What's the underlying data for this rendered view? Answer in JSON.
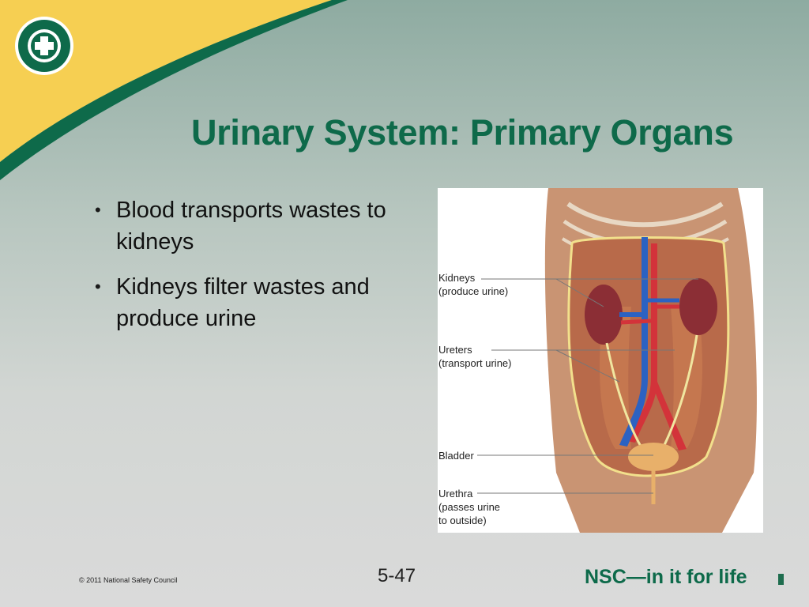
{
  "slide": {
    "title": "Urinary System: Primary Organs",
    "bullets": [
      {
        "text": "Blood transports wastes to kidneys"
      },
      {
        "text": "Kidneys filter wastes and produce urine"
      }
    ],
    "figure": {
      "labels": [
        {
          "name": "Kidneys",
          "note": "(produce urine)"
        },
        {
          "name": "Ureters",
          "note": "(transport urine)"
        },
        {
          "name": "Bladder",
          "note": ""
        },
        {
          "name": "Urethra",
          "note": "(passes urine",
          "note2": "to outside)"
        }
      ]
    },
    "footer": {
      "copyright": "© 2011 National Safety Council",
      "page_number": "5-47",
      "tagline": "NSC—in it for life"
    }
  },
  "colors": {
    "title": "#0e6a4a",
    "corner_yellow": "#f6cf52",
    "corner_green": "#0e6a4a",
    "background_top": "#8eaba1",
    "background_bottom": "#dadada"
  },
  "icons": {
    "logo": "nsc-cross-seal-icon"
  }
}
